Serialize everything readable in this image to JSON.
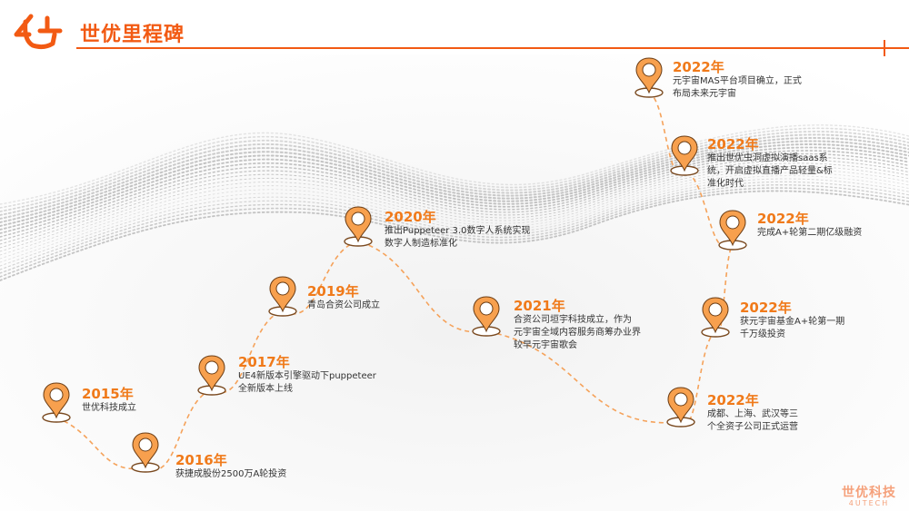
{
  "header": {
    "title": "世优里程碑"
  },
  "brand": {
    "name_cn": "世优科技",
    "name_en": "4UTECH"
  },
  "colors": {
    "accent": "#f25a13",
    "pin": "#f7a04e",
    "year": "#f07a1a"
  },
  "milestones": [
    {
      "year": "2015年",
      "lines": [
        "世优科技成立"
      ]
    },
    {
      "year": "2016年",
      "lines": [
        "获捷成股份2500万A轮投资"
      ]
    },
    {
      "year": "2017年",
      "lines": [
        "UE4新版本引擎驱动下puppeteer",
        "全新版本上线"
      ]
    },
    {
      "year": "2019年",
      "lines": [
        "青岛合资公司成立"
      ]
    },
    {
      "year": "2020年",
      "lines": [
        "推出Puppeteer 3.0数字人系统实现",
        "数字人制造标准化"
      ]
    },
    {
      "year": "2021年",
      "lines": [
        "合资公司垣宇科技成立，作为",
        "元宇宙全域内容服务商筹办业界",
        "较早元宇宙歌会"
      ]
    },
    {
      "year": "2022年",
      "lines": [
        "成都、上海、武汉等三",
        "个全资子公司正式运营"
      ]
    },
    {
      "year": "2022年",
      "lines": [
        "获元宇宙基金A+轮第一期",
        "千万级投资"
      ]
    },
    {
      "year": "2022年",
      "lines": [
        "完成A+轮第二期亿级融资"
      ]
    },
    {
      "year": "2022年",
      "lines": [
        "推出世优虫洞虚拟演播saas系",
        "统，开启虚拟直播产品轻量&标",
        "准化时代"
      ]
    },
    {
      "year": "2022年",
      "lines": [
        "元宇宙MAS平台项目确立，正式",
        "布局未来元宇宙"
      ]
    }
  ]
}
